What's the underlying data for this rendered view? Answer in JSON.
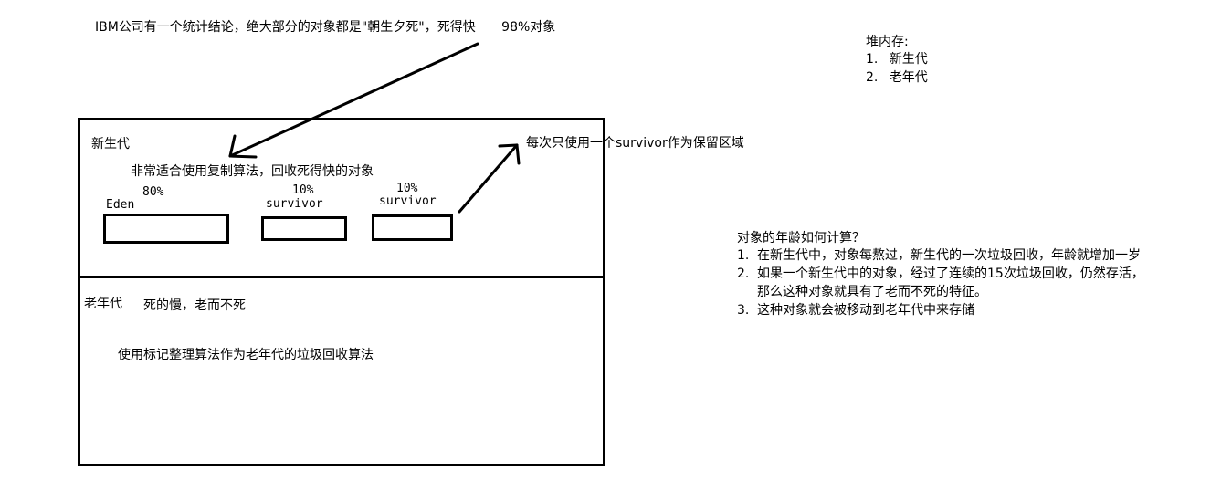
{
  "top_note": {
    "text": "IBM公司有一个统计结论，绝大部分的对象都是\"朝生夕死\"，死得快",
    "percent": "98%对象"
  },
  "heap_memory": {
    "title": "堆内存:",
    "items": [
      {
        "num": "1.",
        "label": "新生代"
      },
      {
        "num": "2.",
        "label": "老年代"
      }
    ]
  },
  "young_generation": {
    "title": "新生代",
    "description": "非常适合使用复制算法，回收死得快的对象",
    "regions": [
      {
        "name": "Eden",
        "percent": "80%"
      },
      {
        "name": "survivor",
        "percent": "10%"
      },
      {
        "name": "survivor",
        "percent": "10%"
      }
    ],
    "survivor_note": "每次只使用一个survivor作为保留区域"
  },
  "old_generation": {
    "title": "老年代",
    "description": "死的慢，老而不死",
    "algorithm": "使用标记整理算法作为老年代的垃圾回收算法"
  },
  "object_age": {
    "title": "对象的年龄如何计算？",
    "items": [
      {
        "num": "1.",
        "text": "在新生代中，对象每熬过，新生代的一次垃圾回收，年龄就增加一岁"
      },
      {
        "num": "2.",
        "text": "如果一个新生代中的对象，经过了连续的15次垃圾回收，仍然存活，",
        "continuation": "那么这种对象就具有了老而不死的特征。"
      },
      {
        "num": "3.",
        "text": "这种对象就会被移动到老年代中来存储"
      }
    ]
  },
  "colors": {
    "background": "#ffffff",
    "ink": "#000000"
  }
}
